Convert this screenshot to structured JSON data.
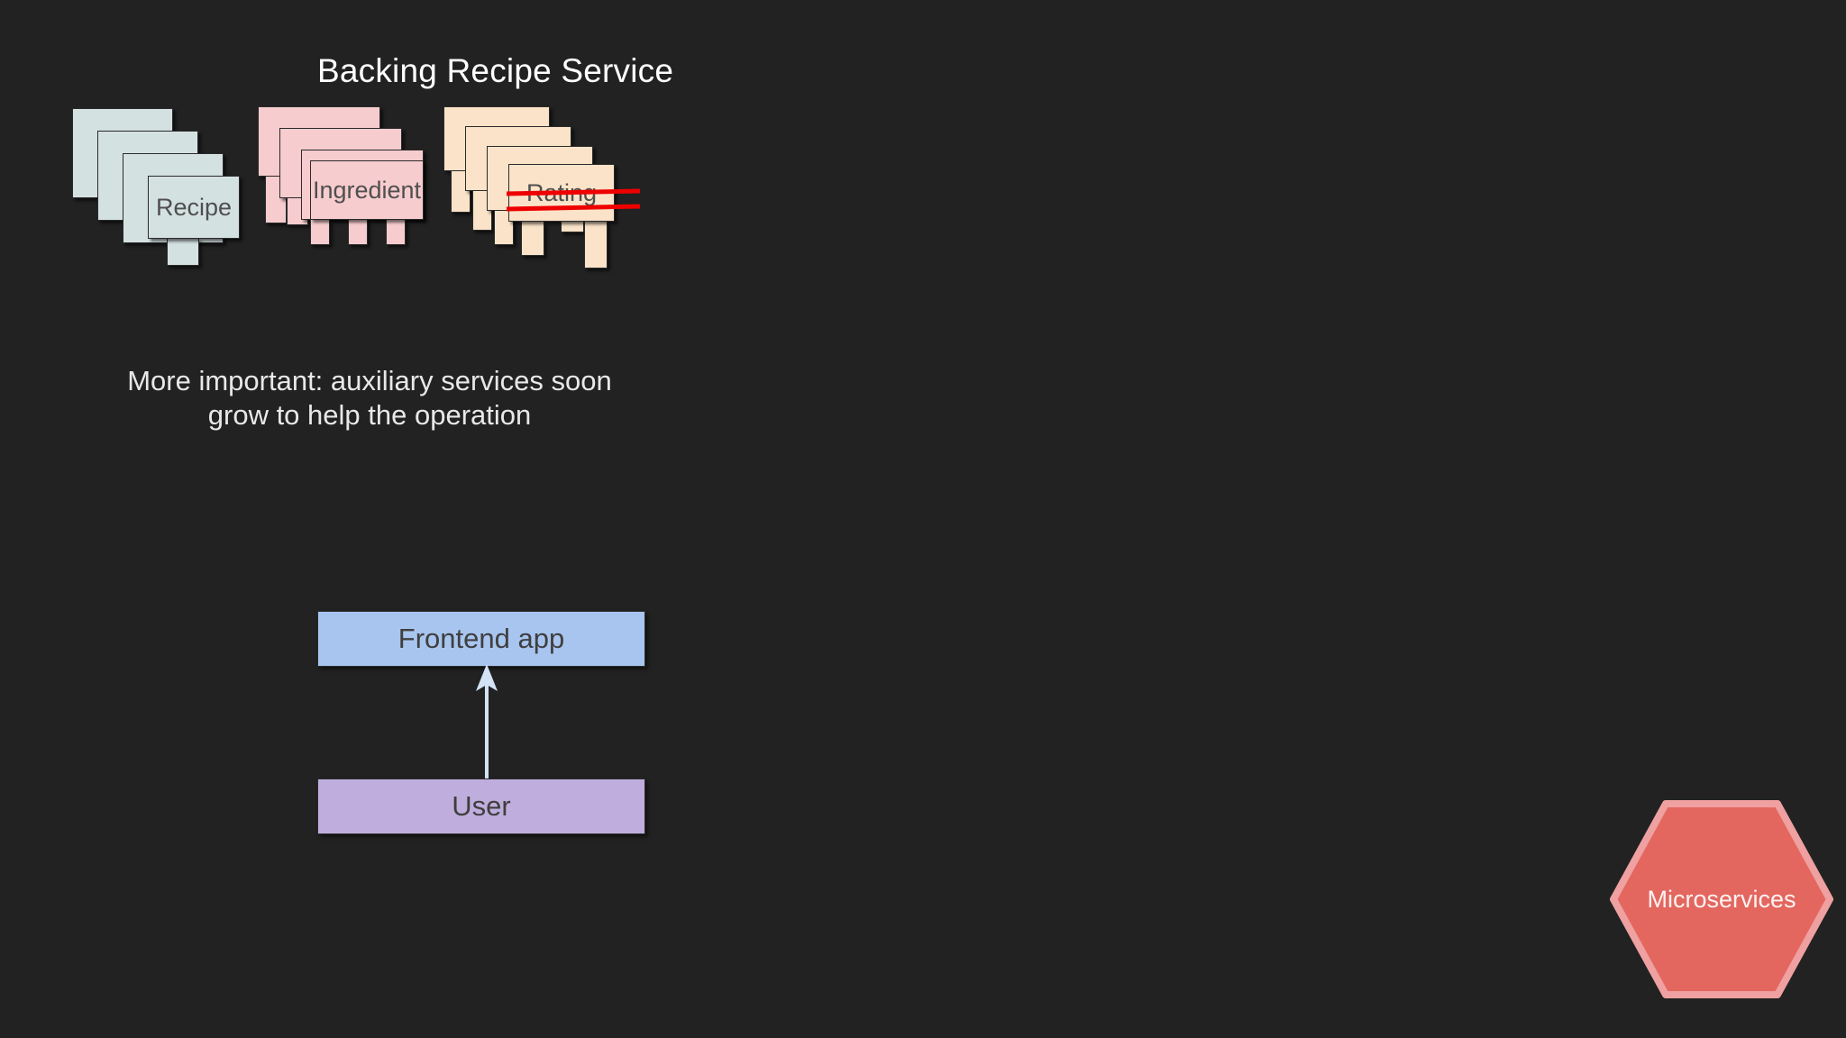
{
  "slide": {
    "title": "Backing Recipe Service",
    "background_color": "#222222",
    "caption_line1": "More important: auxiliary services soon",
    "caption_line2": "grow to help the operation"
  },
  "service_stacks": [
    {
      "label": "Recipe",
      "fill": "#d4e1e1",
      "card_count": 4,
      "struck_out": false
    },
    {
      "label": "Ingredient",
      "fill": "#f7ccce",
      "card_count": 4,
      "struck_out": false
    },
    {
      "label": "Rating",
      "fill": "#fae3c8",
      "card_count": 4,
      "struck_out": true,
      "strike_color": "#ee0000"
    }
  ],
  "flow": {
    "frontend": {
      "label": "Frontend app",
      "fill": "#a8c5f0"
    },
    "user": {
      "label": "User",
      "fill": "#bfaedd"
    },
    "arrow": {
      "name": "user-to-frontend-arrow",
      "color": "#d3e2f5",
      "direction": "up"
    }
  },
  "badge": {
    "label": "Microservices",
    "fill": "#e3675f",
    "border": "#efa0a0",
    "shape": "hexagon"
  }
}
